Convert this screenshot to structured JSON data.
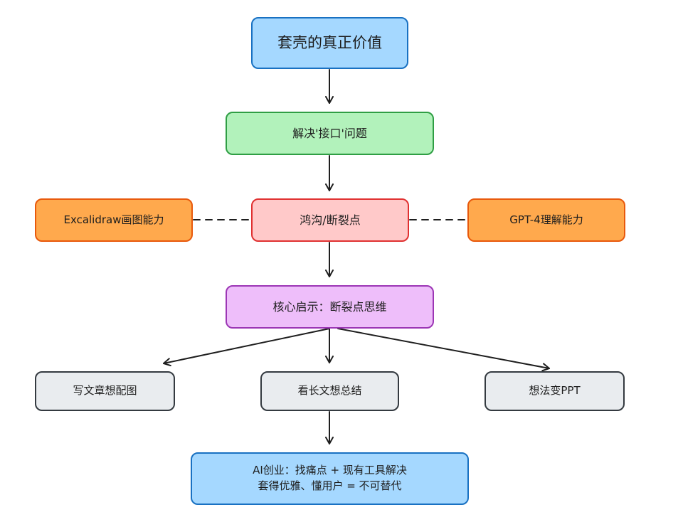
{
  "nodes": {
    "title": "套壳的真正价值",
    "interface": "解决'接口'问题",
    "excalidraw": "Excalidraw画图能力",
    "gap": "鸿沟/断裂点",
    "gpt4": "GPT-4理解能力",
    "insight": "核心启示：断裂点思维",
    "article": "写文章想配图",
    "summary": "看长文想总结",
    "ppt": "想法变PPT",
    "startup_line1": "AI创业：找痛点 + 现有工具解决",
    "startup_line2": "套得优雅、懂用户 = 不可替代"
  },
  "colors": {
    "blue_fill": "#a5d8ff",
    "blue_stroke": "#1971c2",
    "green_fill": "#b2f2bb",
    "green_stroke": "#2f9e44",
    "orange_fill": "#ffa94d",
    "orange_stroke": "#e8590c",
    "red_fill": "#ffc9c9",
    "red_stroke": "#e03131",
    "purple_fill": "#eebefa",
    "purple_stroke": "#9c36b5",
    "gray_fill": "#e9ecef",
    "gray_stroke": "#343a40",
    "line": "#1e1e1e"
  }
}
